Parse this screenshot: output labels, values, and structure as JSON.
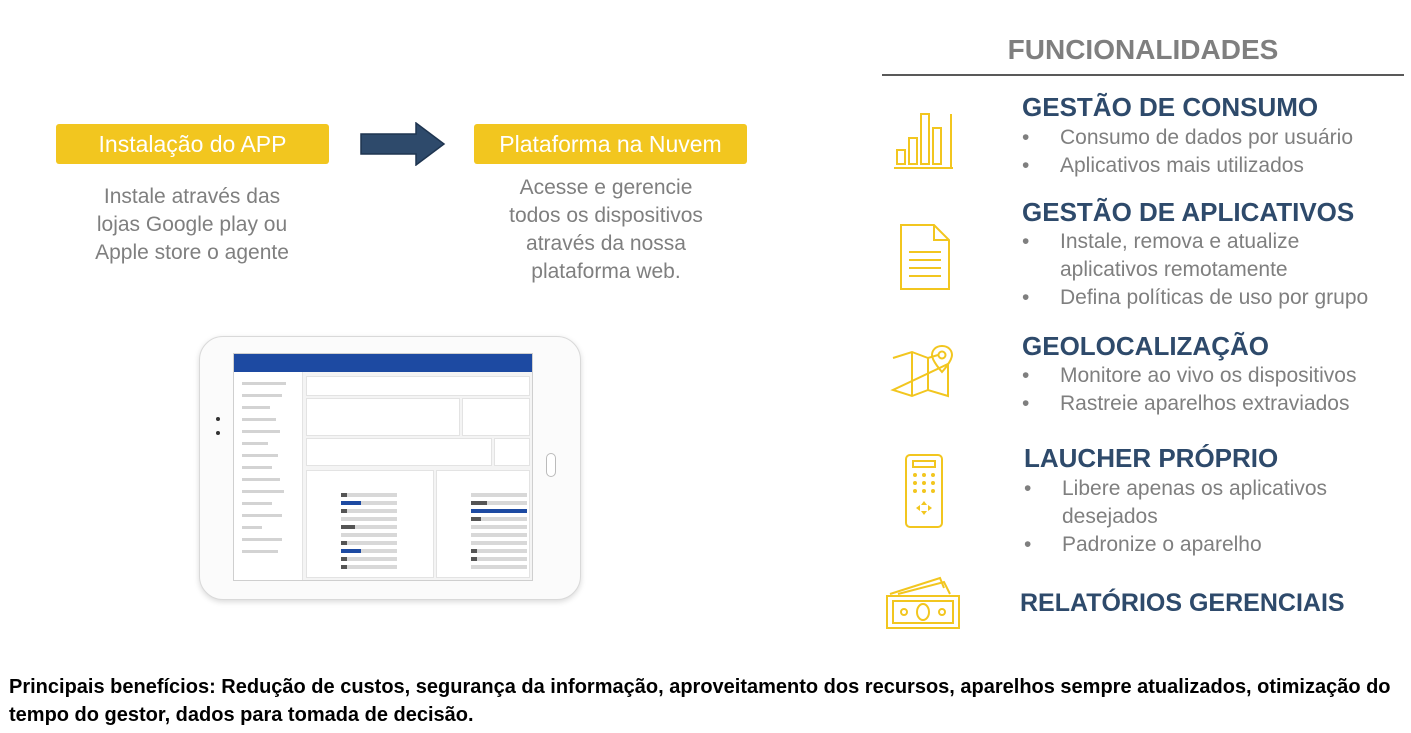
{
  "flow": {
    "step1_label": "Instalação do APP",
    "step1_desc": [
      "Instale através das",
      "lojas Google play ou",
      "Apple store o agente"
    ],
    "step2_label": "Plataforma na Nuvem",
    "step2_desc": [
      "Acesse e gerencie",
      "todos os dispositivos",
      "através da nossa",
      "plataforma web."
    ]
  },
  "features": {
    "title": "FUNCIONALIDADES",
    "sections": [
      {
        "icon": "bar-chart-icon",
        "title": "GESTÃO DE CONSUMO",
        "bullets": [
          "Consumo de dados por usuário",
          "Aplicativos mais utilizados"
        ]
      },
      {
        "icon": "document-icon",
        "title": "GESTÃO DE APLICATIVOS",
        "bullets": [
          "Instale, remova e atualize\naplicativos remotamente",
          "Defina políticas de uso por grupo"
        ]
      },
      {
        "icon": "map-pin-icon",
        "title": "GEOLOCALIZAÇÃO",
        "bullets": [
          "Monitore ao vivo os dispositivos",
          "Rastreie aparelhos extraviados"
        ]
      },
      {
        "icon": "remote-control-icon",
        "title": "LAUCHER PRÓPRIO",
        "bullets": [
          "Libere apenas os aplicativos\ndesejados",
          "Padronize o aparelho"
        ]
      },
      {
        "icon": "money-icon",
        "title": "RELATÓRIOS GERENCIAIS",
        "bullets": []
      }
    ]
  },
  "benefits": "Principais benefícios: Redução de custos, segurança da informação, aproveitamento dos recursos, aparelhos sempre atualizados, otimização do tempo do gestor, dados para tomada de decisão.",
  "colors": {
    "accent": "#f2c61f",
    "heading": "#2e4a6b",
    "arrow": "#2e4a6b",
    "text": "#7f7f7f"
  }
}
